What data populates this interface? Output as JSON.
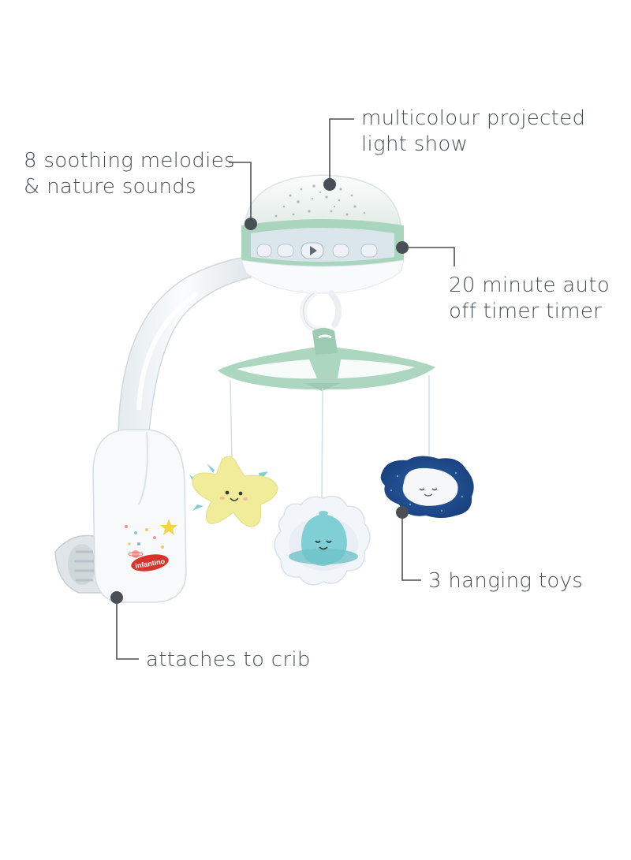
{
  "callouts": {
    "melodies": {
      "line1": "8 soothing melodies",
      "line2": "& nature sounds"
    },
    "light_show": {
      "line1": "multicolour projected",
      "line2": "light show"
    },
    "timer": {
      "line1": "20 minute auto",
      "line2": "off timer timer"
    },
    "toys": {
      "line1": "3 hanging toys"
    },
    "crib": {
      "line1": "attaches to crib"
    }
  },
  "product": {
    "brand_logo_text": "infantino",
    "play_icon": "play-icon",
    "colors": {
      "accent_green": "#a9d4be",
      "star_yellow": "#f1ec9a",
      "cloud_blue": "#7fcfd4",
      "moon_navy": "#1f4b8c",
      "callout_gray": "#4a4f55"
    }
  }
}
